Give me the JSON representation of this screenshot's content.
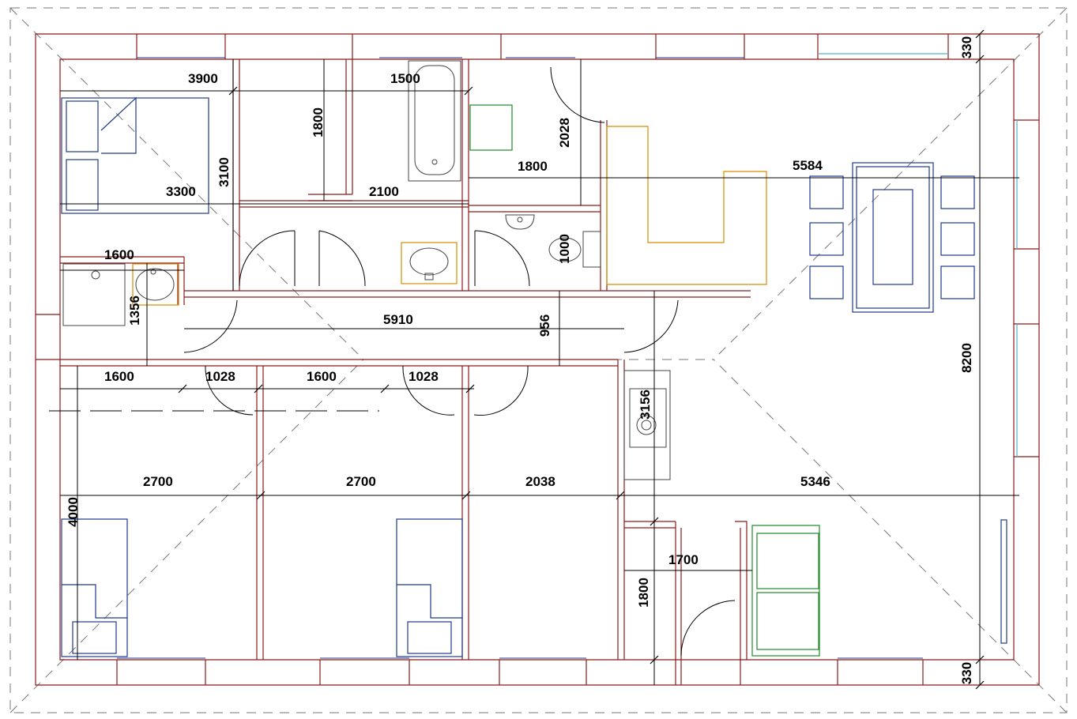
{
  "dimensions": [
    {
      "id": "d3900",
      "text": "3900"
    },
    {
      "id": "d1500",
      "text": "1500"
    },
    {
      "id": "d1800a",
      "text": "1800"
    },
    {
      "id": "d2028",
      "text": "2028"
    },
    {
      "id": "d3100",
      "text": "3100"
    },
    {
      "id": "d1800b",
      "text": "1800"
    },
    {
      "id": "d5584",
      "text": "5584"
    },
    {
      "id": "d3300",
      "text": "3300"
    },
    {
      "id": "d2100",
      "text": "2100"
    },
    {
      "id": "d1000",
      "text": "1000"
    },
    {
      "id": "d1600a",
      "text": "1600"
    },
    {
      "id": "d1356",
      "text": "1356"
    },
    {
      "id": "d5910",
      "text": "5910"
    },
    {
      "id": "d956",
      "text": "956"
    },
    {
      "id": "d1600b",
      "text": "1600"
    },
    {
      "id": "d1028a",
      "text": "1028"
    },
    {
      "id": "d1600c",
      "text": "1600"
    },
    {
      "id": "d1028b",
      "text": "1028"
    },
    {
      "id": "d3156",
      "text": "3156"
    },
    {
      "id": "d8200",
      "text": "8200"
    },
    {
      "id": "d2700a",
      "text": "2700"
    },
    {
      "id": "d2700b",
      "text": "2700"
    },
    {
      "id": "d2038",
      "text": "2038"
    },
    {
      "id": "d5346",
      "text": "5346"
    },
    {
      "id": "d4000",
      "text": "4000"
    },
    {
      "id": "d1700",
      "text": "1700"
    },
    {
      "id": "d1800c",
      "text": "1800"
    },
    {
      "id": "d330a",
      "text": "330"
    },
    {
      "id": "d330b",
      "text": "330"
    }
  ],
  "colors": {
    "wall": "#8b1a1a",
    "furniture": "#1e3a8a",
    "counter": "#d98a00",
    "sofa": "#1f8a2a",
    "window": "#4fb3c8"
  }
}
